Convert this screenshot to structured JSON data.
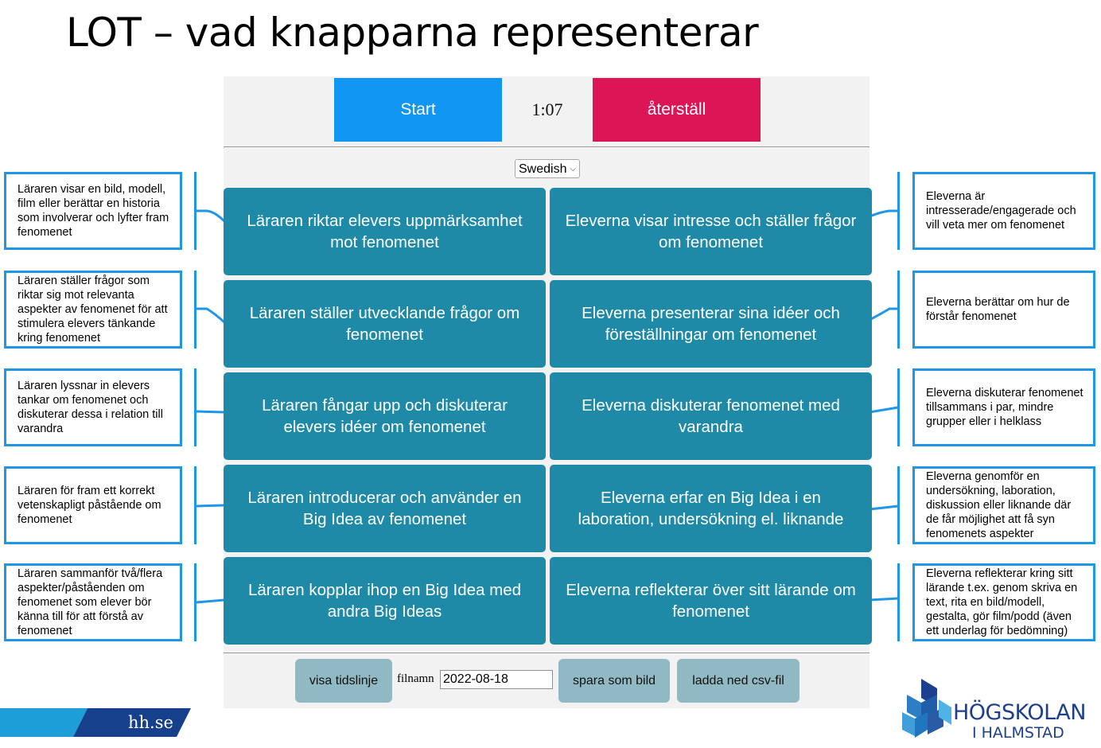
{
  "slide_title": "LOT – vad knapparna representerar",
  "topbar": {
    "start_label": "Start",
    "timer": "1:07",
    "reset_label": "återställ"
  },
  "language": {
    "selected": "Swedish"
  },
  "grid": [
    [
      "Läraren riktar elevers uppmärksamhet mot fenomenet",
      "Eleverna visar intresse och ställer frågor om fenomenet"
    ],
    [
      "Läraren ställer utvecklande frågor om fenomenet",
      "Eleverna presenterar sina idéer och föreställningar om fenomenet"
    ],
    [
      "Läraren fångar upp och diskuterar elevers idéer om fenomenet",
      "Eleverna diskuterar fenomenet med varandra"
    ],
    [
      "Läraren introducerar och använder en Big Idea av fenomenet",
      "Eleverna erfar en Big Idea i en laboration, undersökning el. liknande"
    ],
    [
      "Läraren kopplar ihop en Big Idea med andra Big Ideas",
      "Eleverna reflekterar över sitt lärande om fenomenet"
    ]
  ],
  "bottombar": {
    "timeline_label": "visa tidslinje",
    "filename_label": "filnamn",
    "filename_value": "2022-08-18",
    "save_image_label": "spara som bild",
    "download_csv_label": "ladda ned csv-fil"
  },
  "left_notes": [
    "Läraren visar en bild, modell, film eller berättar en historia som involverar och lyfter fram fenomenet",
    "Läraren ställer frågor som riktar sig mot relevanta aspekter av fenomenet för att stimulera elevers tänkande kring fenomenet",
    "Läraren lyssnar in elevers tankar om fenomenet och diskuterar dessa i relation till varandra",
    "Läraren för fram ett korrekt vetenskapligt påstående om fenomenet",
    "Läraren sammanför två/flera aspekter/påståenden om fenomenet som elever bör känna till för att förstå av fenomenet"
  ],
  "right_notes": [
    "Eleverna är intresserade/engagerade och vill veta mer om fenomenet",
    "Eleverna berättar om hur de förstår fenomenet",
    "Eleverna diskuterar fenomenet tillsammans i par, mindre grupper eller i helklass",
    "Eleverna genomför en undersökning, laboration, diskussion eller liknande där de får möjlighet att få syn fenomenets aspekter",
    "Eleverna reflekterar kring sitt lärande t.ex. genom skriva en text, rita en bild/modell, gestalta, gör film/podd (även ett underlag för bedömning)"
  ],
  "footer": {
    "site": "hh.se",
    "logo_line1": "HÖGSKOLAN",
    "logo_line2": "I HALMSTAD"
  },
  "colors": {
    "start": "#1296f3",
    "reset": "#dc1557",
    "cell": "#1f8aa8",
    "gray_button": "#90b9c4",
    "annotation": "#1f96e8",
    "logo": "#1d3f8f"
  }
}
